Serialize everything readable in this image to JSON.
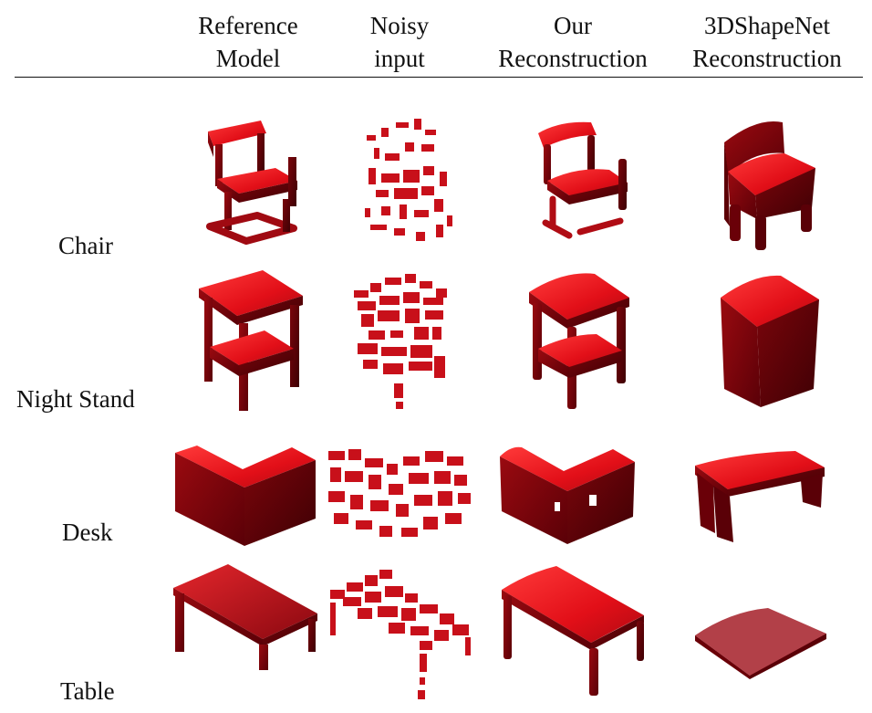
{
  "columns": [
    {
      "line1": "Reference",
      "line2": "Model"
    },
    {
      "line1": "Noisy",
      "line2": "input"
    },
    {
      "line1": "Our",
      "line2": "Reconstruction"
    },
    {
      "line1": "3DShapeNet",
      "line2": "Reconstruction"
    }
  ],
  "rows": [
    {
      "label": "Chair"
    },
    {
      "label": "Night Stand"
    },
    {
      "label": "Desk"
    },
    {
      "label": "Table"
    }
  ],
  "colors": {
    "bright": "#e8101c",
    "mid": "#b40c14",
    "dark": "#6a0008",
    "deep": "#4a0006"
  }
}
